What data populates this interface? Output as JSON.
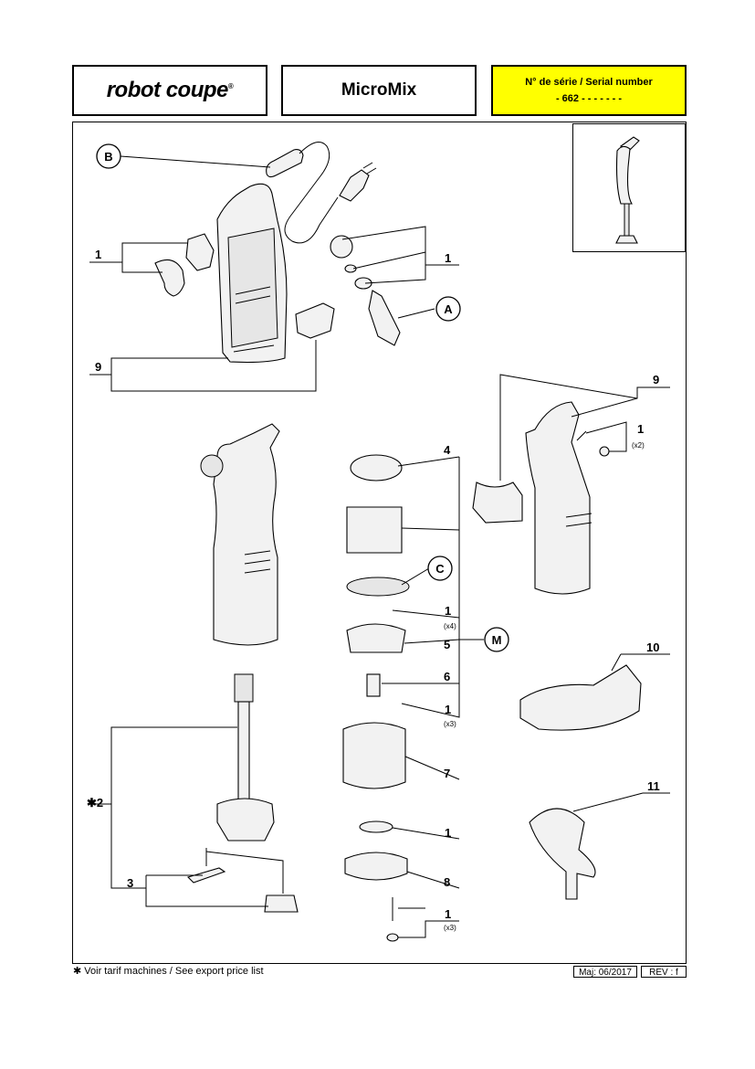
{
  "header": {
    "logo_text": "robot coupe",
    "logo_mark": "®",
    "title": "MicroMix",
    "serial_label": "N° de série / Serial number",
    "serial_value": "- 662 - - - - -   - -"
  },
  "callouts": {
    "B": "B",
    "A": "A",
    "C": "C",
    "M": "M",
    "n1a": "1",
    "n1b": "1",
    "n9a": "9",
    "n9b": "9",
    "n1c": "1",
    "n1c_qty": "(x2)",
    "n4": "4",
    "n1d": "1",
    "n1d_qty": "(x4)",
    "n5": "5",
    "n6": "6",
    "n1e": "1",
    "n1e_qty": "(x3)",
    "n10": "10",
    "n7": "7",
    "n2": "✱2",
    "n1f": "1",
    "n11": "11",
    "n3": "3",
    "n8": "8",
    "n1g": "1",
    "n1g_qty": "(x3)"
  },
  "footer": {
    "note": "✱ Voir tarif machines / See export price list",
    "maj": "Maj: 06/2017",
    "rev": "REV :  f"
  },
  "colors": {
    "serial_bg": "#ffff00"
  }
}
